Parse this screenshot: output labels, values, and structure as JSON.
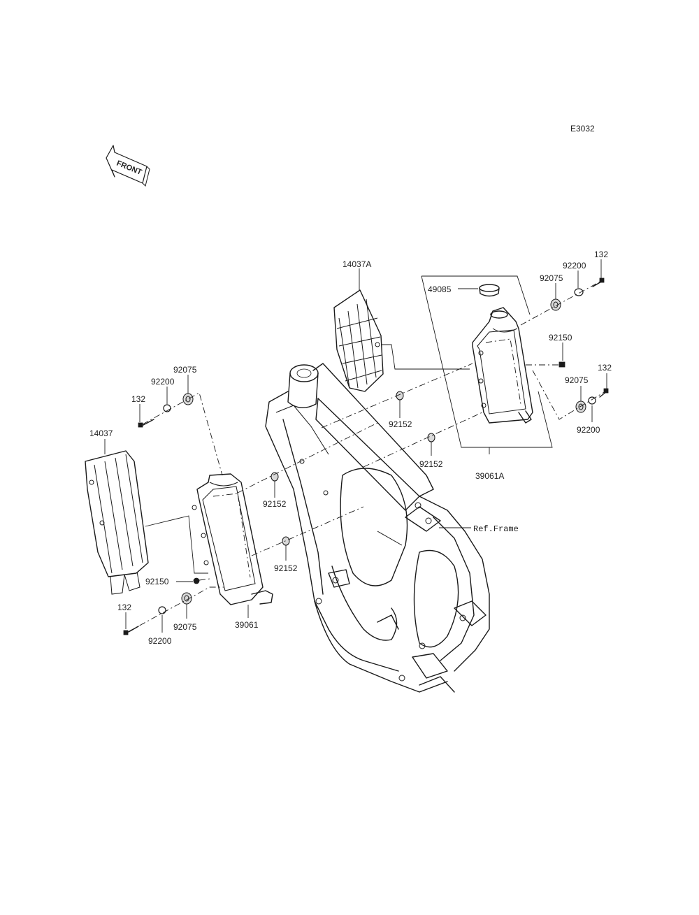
{
  "diagram_code": "E3032",
  "front_label": "FRONT",
  "ref_frame": "Ref.Frame",
  "callouts": {
    "shroud_right": "14037A",
    "cap": "49085",
    "radiator_right": "39061A",
    "radiator_left": "39061",
    "shroud_left": "14037",
    "bolt_132_r_top": "132",
    "washer_92200_r_top": "92200",
    "grommet_92075_r_top": "92075",
    "nut_92150_r": "92150",
    "bolt_132_r_bot": "132",
    "grommet_92075_r_bot": "92075",
    "washer_92200_r_bot": "92200",
    "collar_92152_r_top": "92152",
    "collar_92152_r_bot": "92152",
    "grommet_92075_l_top": "92075",
    "washer_92200_l_top": "92200",
    "bolt_132_l_top": "132",
    "collar_92152_l_top": "92152",
    "collar_92152_l_bot": "92152",
    "nut_92150_l": "92150",
    "bolt_132_l_bot": "132",
    "grommet_92075_l_bot": "92075",
    "washer_92200_l_bot": "92200"
  }
}
